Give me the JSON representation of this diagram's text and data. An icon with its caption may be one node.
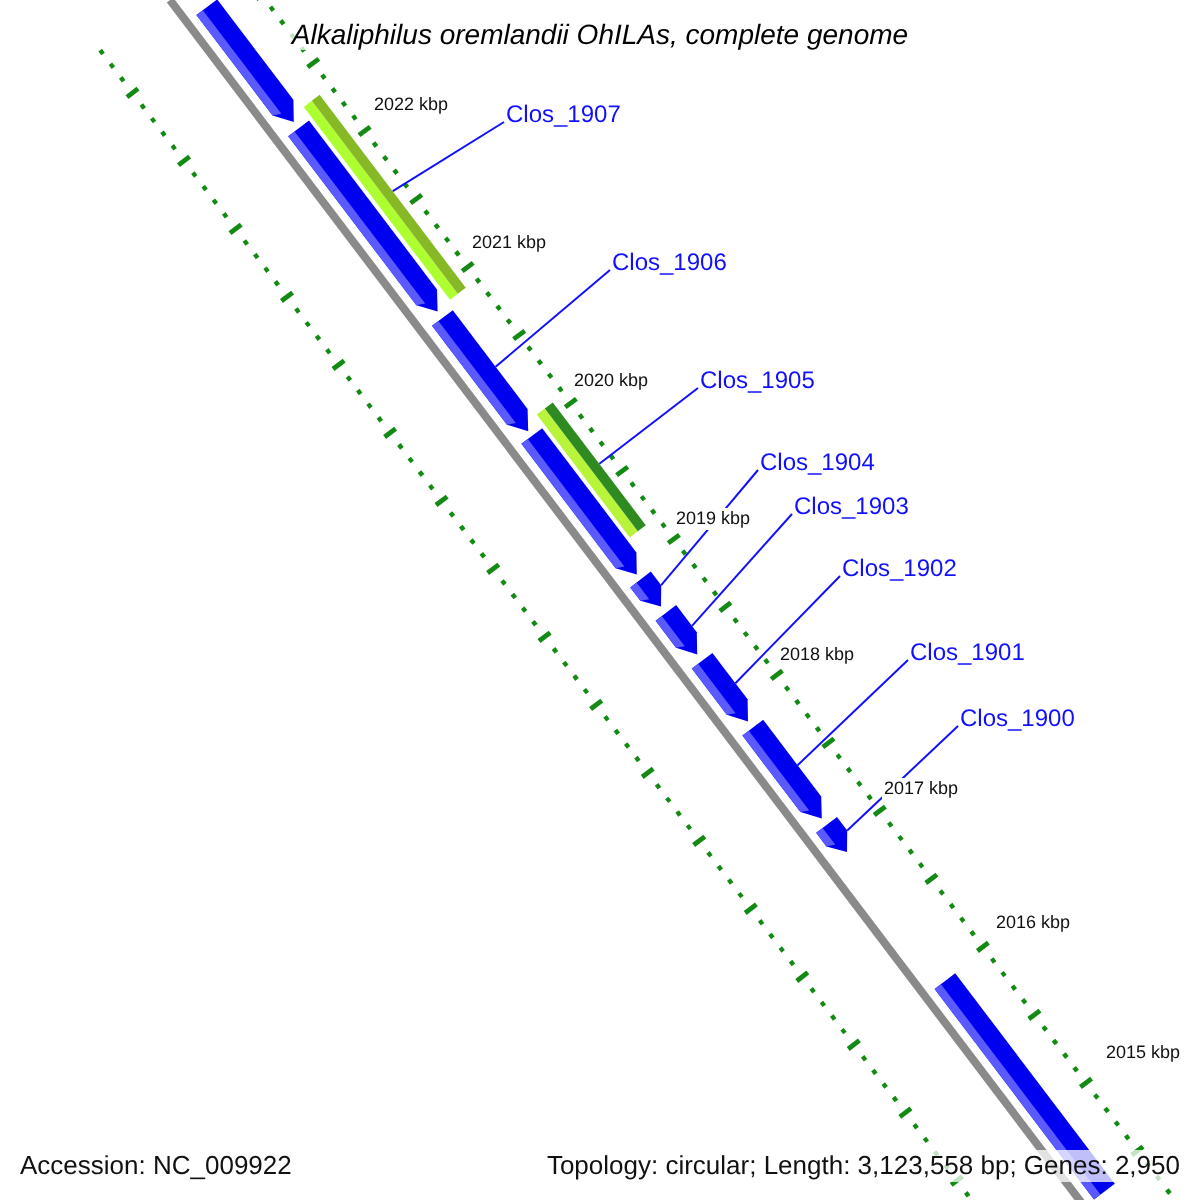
{
  "diagram": {
    "title": "Alkaliphilus oremlandii OhILAs, complete genome",
    "nodes": [
      {
        "text": [
          "Clos_1907"
        ]
      },
      {
        "text": [
          "Clos_1906"
        ]
      },
      {
        "text": [
          "Clos_1905"
        ]
      },
      {
        "text": [
          "Clos_1904"
        ]
      },
      {
        "text": [
          "Clos_1903"
        ]
      },
      {
        "text": [
          "Clos_1902"
        ]
      },
      {
        "text": [
          "Clos_1901"
        ]
      },
      {
        "text": [
          "Clos_1900"
        ]
      },
      {
        "text": [],
        "shape": "pentagon"
      },
      {
        "text": [],
        "shape": "pentagon"
      },
      {
        "text": [],
        "shape": "bar"
      },
      {
        "text": [],
        "shape": "pentagon"
      },
      {
        "text": [],
        "shape": "pentagon"
      },
      {
        "text": [],
        "shape": "bar"
      },
      {
        "text": [],
        "shape": "pentagon"
      },
      {
        "text": [],
        "shape": "pentagon"
      },
      {
        "text": [],
        "shape": "pentagon"
      },
      {
        "text": [],
        "shape": "pentagon"
      },
      {
        "text": [],
        "shape": "pentagon"
      },
      {
        "text": [],
        "shape": "bar"
      }
    ],
    "edges": [
      {
        "from": 0,
        "to": 10,
        "arrow": "none"
      },
      {
        "from": 1,
        "to": 11,
        "arrow": "none"
      },
      {
        "from": 2,
        "to": 13,
        "arrow": "none"
      },
      {
        "from": 3,
        "to": 14,
        "arrow": "none"
      },
      {
        "from": 4,
        "to": 15,
        "arrow": "none"
      },
      {
        "from": 5,
        "to": 16,
        "arrow": "none"
      },
      {
        "from": 6,
        "to": 17,
        "arrow": "none"
      },
      {
        "from": 7,
        "to": 18,
        "arrow": "none"
      }
    ],
    "labels": [
      "2022 kbp",
      "2021 kbp",
      "2020 kbp",
      "2019 kbp",
      "2018 kbp",
      "2017 kbp",
      "2016 kbp",
      "2015 kbp",
      "Accession: NC_009922",
      "Topology: circular; Length: 3,123,558 bp; Genes: 2,950"
    ]
  }
}
